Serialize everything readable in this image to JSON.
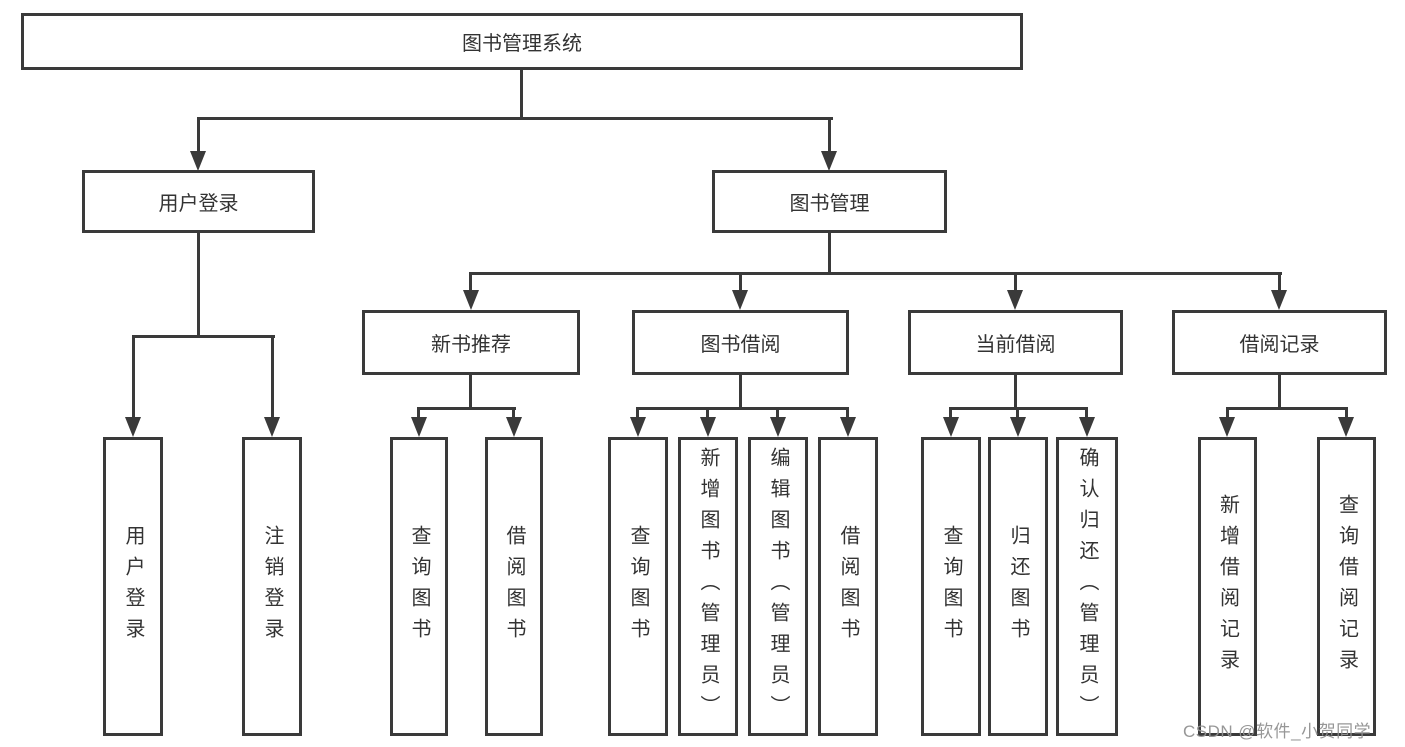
{
  "diagram": {
    "root": {
      "label": "图书管理系统"
    },
    "level2": [
      {
        "label": "用户登录"
      },
      {
        "label": "图书管理"
      }
    ],
    "level3": [
      {
        "label": "新书推荐"
      },
      {
        "label": "图书借阅"
      },
      {
        "label": "当前借阅"
      },
      {
        "label": "借阅记录"
      }
    ],
    "leaves": [
      {
        "label": "用户登录"
      },
      {
        "label": "注销登录"
      },
      {
        "label": "查询图书"
      },
      {
        "label": "借阅图书"
      },
      {
        "label": "查询图书"
      },
      {
        "label": "新增图书（管理员）"
      },
      {
        "label": "编辑图书（管理员）"
      },
      {
        "label": "借阅图书"
      },
      {
        "label": "查询图书"
      },
      {
        "label": "归还图书"
      },
      {
        "label": "确认归还（管理员）"
      },
      {
        "label": "新增借阅记录"
      },
      {
        "label": "查询借阅记录"
      }
    ],
    "colors": {
      "line": "#3a3a3a",
      "text": "#333333",
      "background": "#ffffff",
      "watermark": "#919191"
    }
  },
  "watermark": {
    "label": "CSDN @软件_小贺同学"
  }
}
